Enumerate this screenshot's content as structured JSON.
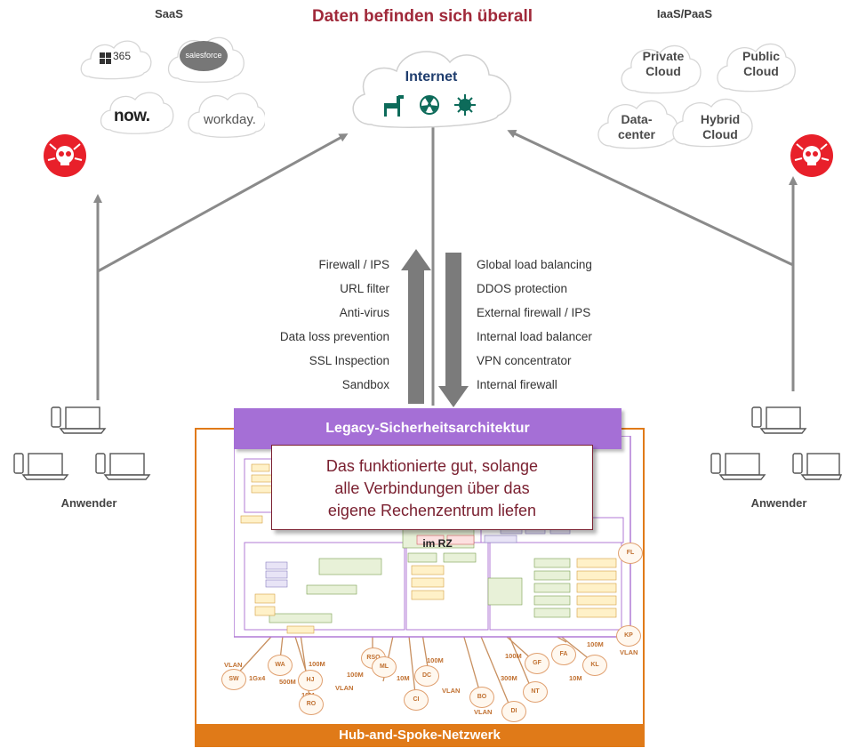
{
  "title": "Daten befinden sich überall",
  "saas": {
    "heading": "SaaS",
    "apps": [
      "365",
      "salesforce",
      "now.",
      "workday."
    ]
  },
  "internet": {
    "label": "Internet",
    "icons": [
      "trojan-horse-icon",
      "radiation-icon",
      "virus-icon"
    ]
  },
  "iaas": {
    "heading": "IaaS/PaaS",
    "clouds": [
      {
        "line1": "Private",
        "line2": "Cloud"
      },
      {
        "line1": "Public",
        "line2": "Cloud"
      },
      {
        "line1": "Data-",
        "line2": "center"
      },
      {
        "line1": "Hybrid",
        "line2": "Cloud"
      }
    ]
  },
  "left_list": [
    "Firewall / IPS",
    "URL filter",
    "Anti-virus",
    "Data loss prevention",
    "SSL Inspection",
    "Sandbox"
  ],
  "right_list": [
    "Global load balancing",
    "DDOS protection",
    "External firewall / IPS",
    "Internal load balancer",
    "VPN concentrator",
    "Internal firewall"
  ],
  "legacy_banner": "Legacy-Sicherheitsarchitektur",
  "callout": {
    "line1": "Das funktionierte gut, solange",
    "line2": "alle Verbindungen über das",
    "line3": "eigene Rechenzentrum liefen"
  },
  "rz_label": "im RZ",
  "users_left": "Anwender",
  "users_right": "Anwender",
  "hub_label": "Hub-and-Spoke-Netzwerk",
  "colors": {
    "title": "#a0293a",
    "internet": "#1f3d6e",
    "purple": "#a56fd6",
    "orange": "#e07a18",
    "threat_red": "#e8202a",
    "arrow_gray": "#8a8a8a"
  },
  "spokes": [
    "SW",
    "WA",
    "HJ",
    "RO",
    "RSO",
    "ML",
    "CI",
    "DC",
    "BO",
    "DI",
    "NT",
    "GF",
    "FA",
    "KL",
    "KP",
    "FL"
  ],
  "link_labels": [
    "VLAN",
    "1Gx4",
    "500M",
    "100M",
    "100M",
    "10M",
    "VLAN",
    "100M",
    "10M",
    "VLAN",
    "VLAN",
    "100M",
    "300M",
    "10M",
    "VLAN",
    "100M"
  ]
}
